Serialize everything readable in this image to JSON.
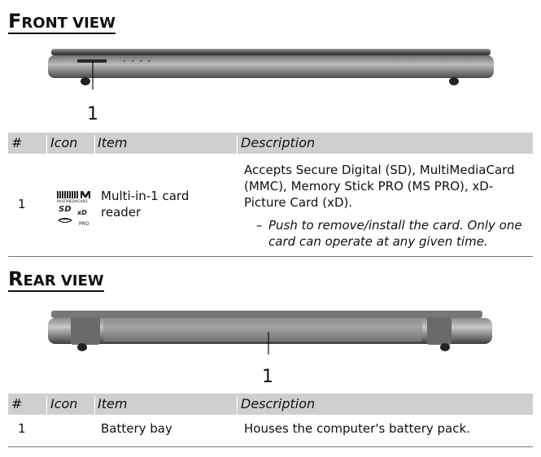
{
  "front": {
    "title_first": "F",
    "title_rest": "RONT VIEW",
    "callout": "1",
    "table": {
      "headers": [
        "#",
        "Icon",
        "Item",
        "Description"
      ],
      "row": {
        "num": "1",
        "icon_text": [
          "MULTIMEDIACARD",
          "SD",
          "xD",
          "PRO"
        ],
        "item_line1": "Multi-in-1 card",
        "item_line2": "reader",
        "desc_lines": [
          "Accepts Secure Digital (SD), MultiMediaCard",
          "(MMC), Memory Stick PRO (MS PRO), xD-",
          "Picture Card (xD)."
        ],
        "note_dash": "–",
        "note_lines": [
          "Push to remove/install the card. Only one",
          "card can operate at any given time."
        ]
      }
    }
  },
  "rear": {
    "title_first": "R",
    "title_rest": "EAR VIEW",
    "callout": "1",
    "table": {
      "headers": [
        "#",
        "Icon",
        "Item",
        "Description"
      ],
      "row": {
        "num": "1",
        "item": "Battery bay",
        "desc": "Houses the computer's battery pack."
      }
    }
  }
}
